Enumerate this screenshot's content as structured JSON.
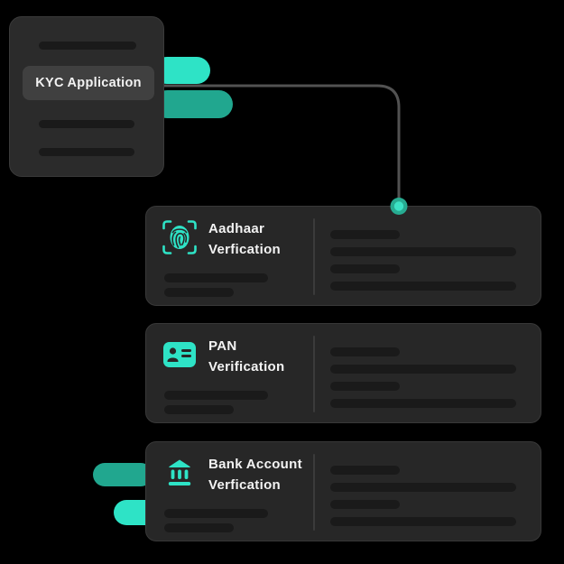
{
  "palette": {
    "background": "#000000",
    "card_bg": "#272727",
    "source_card_bg": "#2b2b2b",
    "skeleton": "#1a1a1a",
    "chip_bg": "#404040",
    "text": "#f3f3f3",
    "teal_bright": "#2ee3c6",
    "teal_dark": "#21a78f",
    "connector_line": "#525252",
    "node_outer": "#27ab91",
    "node_inner": "#3ce2c5"
  },
  "source_card": {
    "label": "KYC Application"
  },
  "steps": [
    {
      "icon": "fingerprint-scan-icon",
      "title_line1": "Aadhaar",
      "title_line2": "Verfication"
    },
    {
      "icon": "id-card-icon",
      "title_line1": "PAN",
      "title_line2": "Verification"
    },
    {
      "icon": "bank-icon",
      "title_line1": "Bank Account",
      "title_line2": "Verfication"
    }
  ]
}
